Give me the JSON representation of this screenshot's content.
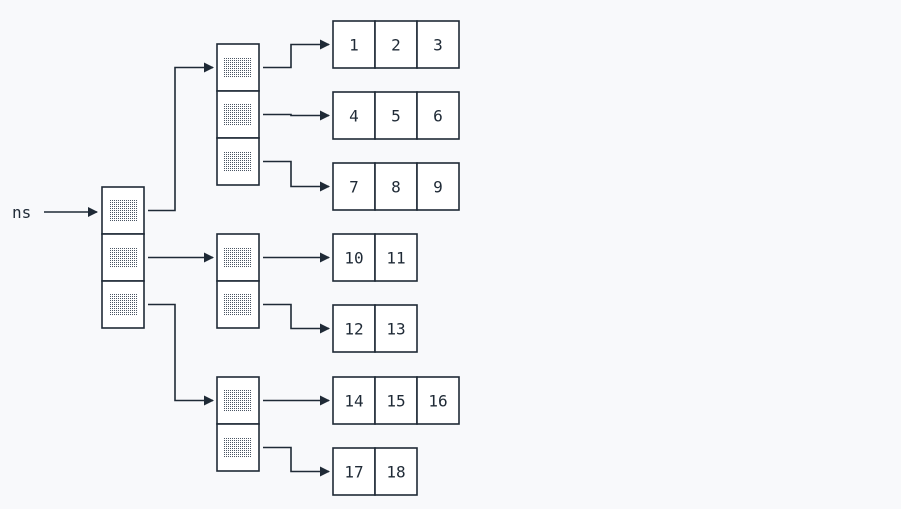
{
  "diagram": {
    "root_label": "ns",
    "root": {
      "children": [
        {
          "children": [
            {
              "values": [
                "1",
                "2",
                "3"
              ]
            },
            {
              "values": [
                "4",
                "5",
                "6"
              ]
            },
            {
              "values": [
                "7",
                "8",
                "9"
              ]
            }
          ]
        },
        {
          "children": [
            {
              "values": [
                "10",
                "11"
              ]
            },
            {
              "values": [
                "12",
                "13"
              ]
            }
          ]
        },
        {
          "children": [
            {
              "values": [
                "14",
                "15",
                "16"
              ]
            },
            {
              "values": [
                "17",
                "18"
              ]
            }
          ]
        }
      ]
    },
    "colors": {
      "stroke": "#1f2a36",
      "background": "#f8f9fb",
      "cell": "#ffffff"
    }
  }
}
